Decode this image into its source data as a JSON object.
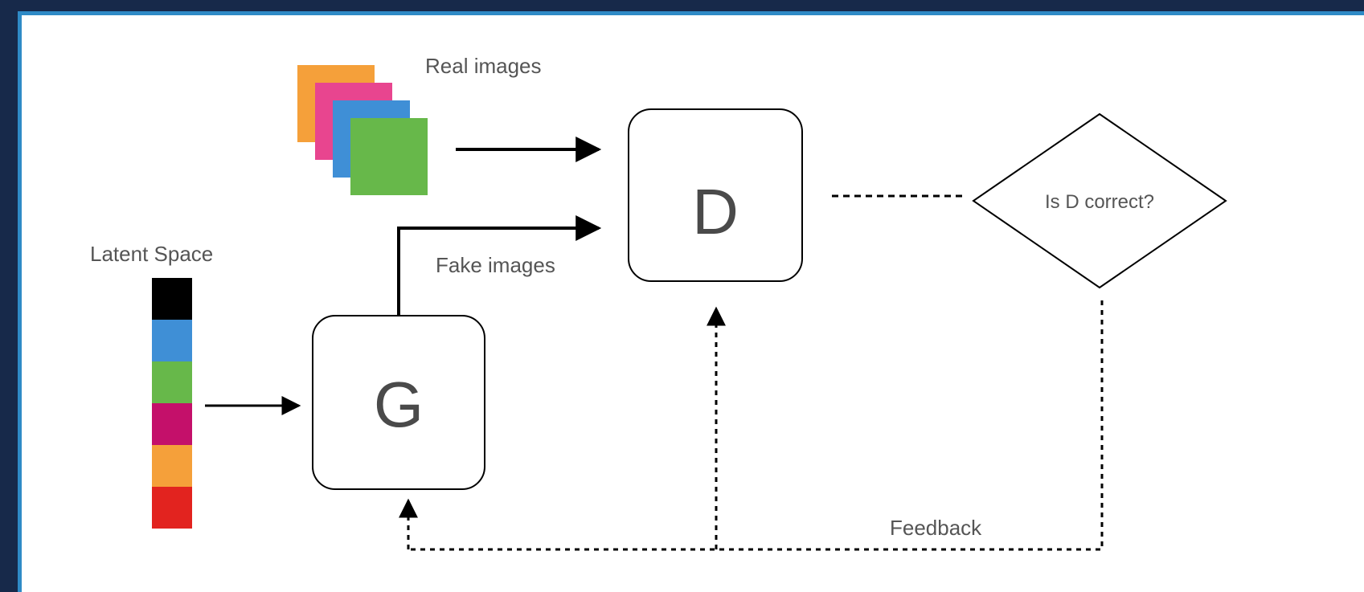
{
  "colors": {
    "background": "#17294a",
    "frame_border": "#2f8ac6",
    "panel": "#ffffff",
    "line": "#000000",
    "label_text": "#555555"
  },
  "labels": {
    "real_images": "Real images",
    "fake_images": "Fake images",
    "latent_space": "Latent Space",
    "feedback": "Feedback",
    "decision": "Is D correct?"
  },
  "nodes": {
    "generator": "G",
    "discriminator": "D"
  },
  "real_image_stack_colors": [
    "#f5a03a",
    "#e8458f",
    "#3f8fd6",
    "#67b84a"
  ],
  "latent_vector_colors": [
    "#000000",
    "#3f8fd6",
    "#67b84a",
    "#c4106a",
    "#f5a03a",
    "#e2231f"
  ]
}
